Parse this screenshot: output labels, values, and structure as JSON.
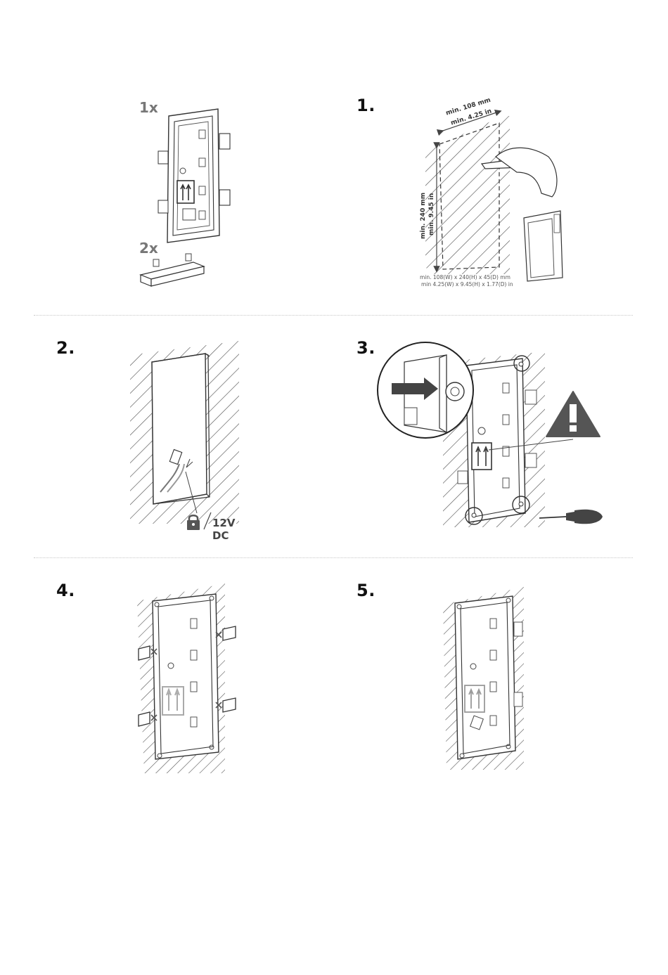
{
  "steps": [
    {
      "number": "1."
    },
    {
      "number": "2."
    },
    {
      "number": "3."
    },
    {
      "number": "4."
    },
    {
      "number": "5."
    }
  ],
  "contents": {
    "frame_qty": "1x",
    "bracket_qty": "2x"
  },
  "step1": {
    "width_mm": "min. 108 mm",
    "width_in": "min. 4.25 in",
    "height_mm": "min. 240 mm",
    "height_in": "min. 9.45 in",
    "dims_mm": "min. 108(W) x 240(H) x 45(D) mm",
    "dims_in": "min 4.25(W) x 9.45(H) x 1.77(D) in"
  },
  "step2": {
    "power_label": "12V DC"
  },
  "icons": [
    "pencil-icon",
    "lock-icon",
    "warning-icon",
    "screwdriver-icon",
    "arrow-icon"
  ],
  "colors": {
    "line": "#333333",
    "warning": "#555555",
    "hatch": "#555555"
  }
}
